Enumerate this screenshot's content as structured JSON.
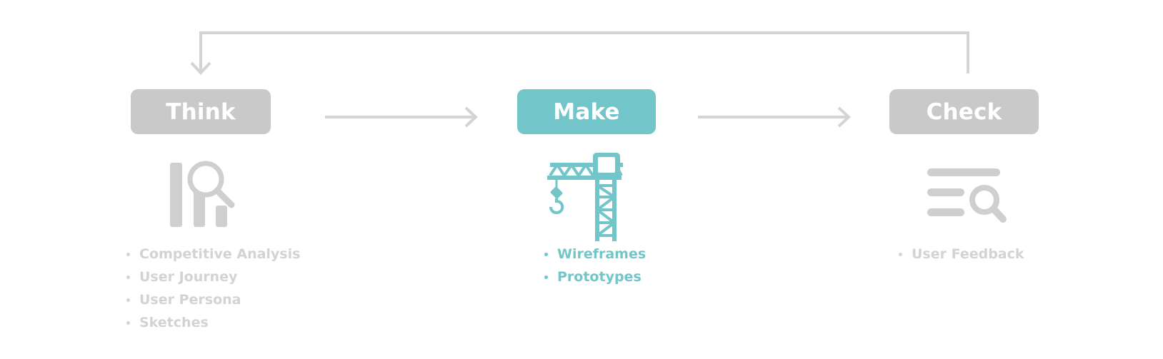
{
  "colors": {
    "inactive": "#c9c9c9",
    "active": "#72c5c9",
    "connector": "#d4d4d4"
  },
  "stages": [
    {
      "label": "Think",
      "state": "inactive",
      "icon": "bar-chart-magnifier-icon",
      "items": [
        "Competitive Analysis",
        "User Journey",
        "User Persona",
        "Sketches"
      ]
    },
    {
      "label": "Make",
      "state": "active",
      "icon": "construction-crane-icon",
      "items": [
        "Wireframes",
        "Prototypes"
      ]
    },
    {
      "label": "Check",
      "state": "inactive",
      "icon": "list-search-icon",
      "items": [
        "User Feedback"
      ]
    }
  ]
}
